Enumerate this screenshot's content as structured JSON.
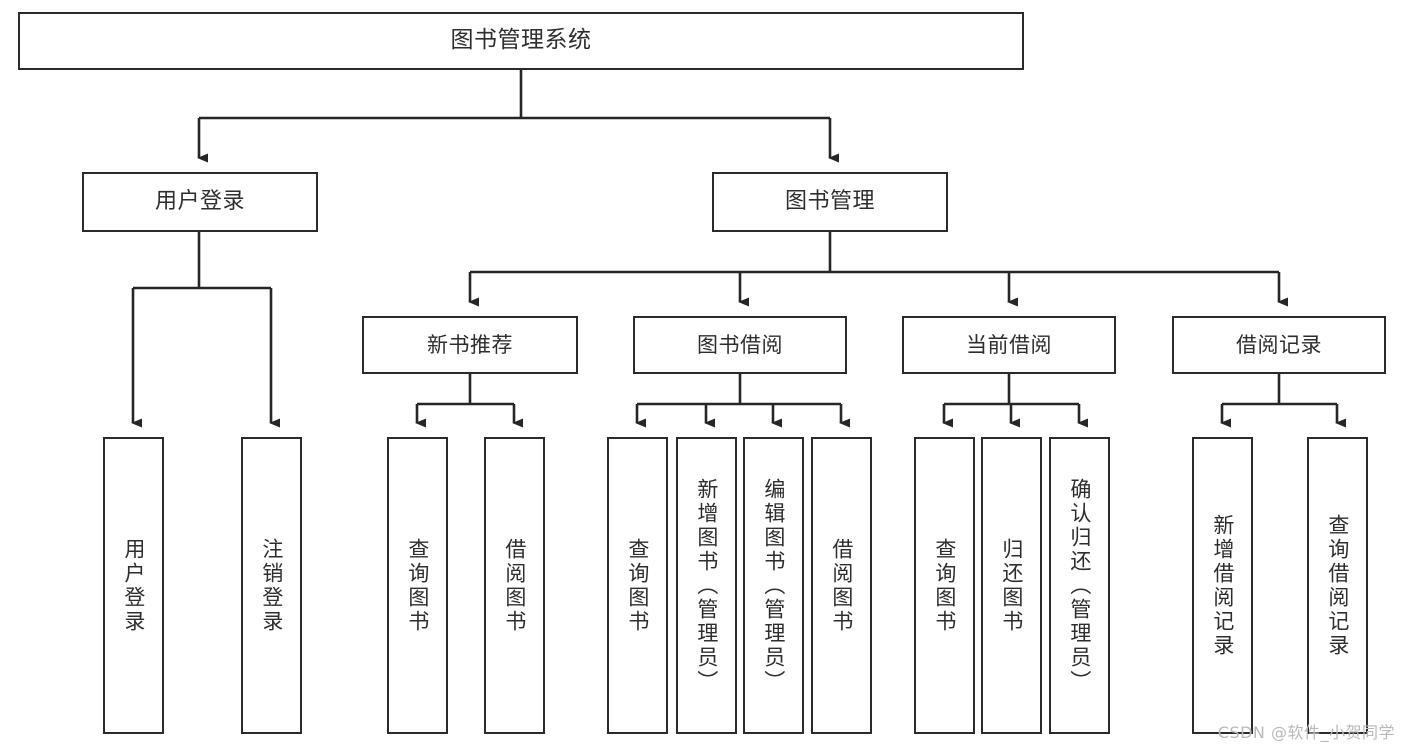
{
  "diagram": {
    "type": "tree",
    "title": "图书管理系统",
    "orientation": "top-down",
    "colors": {
      "box_border": "#2b2b2b",
      "box_fill": "#ffffff",
      "edge": "#262626",
      "text": "#2e2e2e",
      "background": "#ffffff",
      "watermark": "#b9b9b9"
    },
    "nodes": {
      "root": {
        "label": "图书管理系统"
      },
      "level2": [
        {
          "id": "user-login",
          "label": "用户登录"
        },
        {
          "id": "book-manage",
          "label": "图书管理"
        }
      ],
      "level3": [
        {
          "id": "new-book-recommend",
          "label": "新书推荐"
        },
        {
          "id": "book-borrow",
          "label": "图书借阅"
        },
        {
          "id": "current-borrow",
          "label": "当前借阅"
        },
        {
          "id": "borrow-record",
          "label": "借阅记录"
        }
      ],
      "leaves": {
        "user-login": [
          {
            "id": "leaf-user-login",
            "label": "用户登录"
          },
          {
            "id": "leaf-user-logout",
            "label": "注销登录"
          }
        ],
        "new-book-recommend": [
          {
            "id": "leaf-query-book-1",
            "label": "查询图书"
          },
          {
            "id": "leaf-borrow-book-1",
            "label": "借阅图书"
          }
        ],
        "book-borrow": [
          {
            "id": "leaf-query-book-2",
            "label": "查询图书"
          },
          {
            "id": "leaf-add-book",
            "label": "新增图书（管理员）"
          },
          {
            "id": "leaf-edit-book",
            "label": "编辑图书（管理员）"
          },
          {
            "id": "leaf-borrow-book-2",
            "label": "借阅图书"
          }
        ],
        "current-borrow": [
          {
            "id": "leaf-query-book-3",
            "label": "查询图书"
          },
          {
            "id": "leaf-return-book",
            "label": "归还图书"
          },
          {
            "id": "leaf-confirm-return",
            "label": "确认归还（管理员）"
          }
        ],
        "borrow-record": [
          {
            "id": "leaf-add-record",
            "label": "新增借阅记录"
          },
          {
            "id": "leaf-query-record",
            "label": "查询借阅记录"
          }
        ]
      }
    },
    "watermark": "CSDN @软件_小贺同学"
  }
}
